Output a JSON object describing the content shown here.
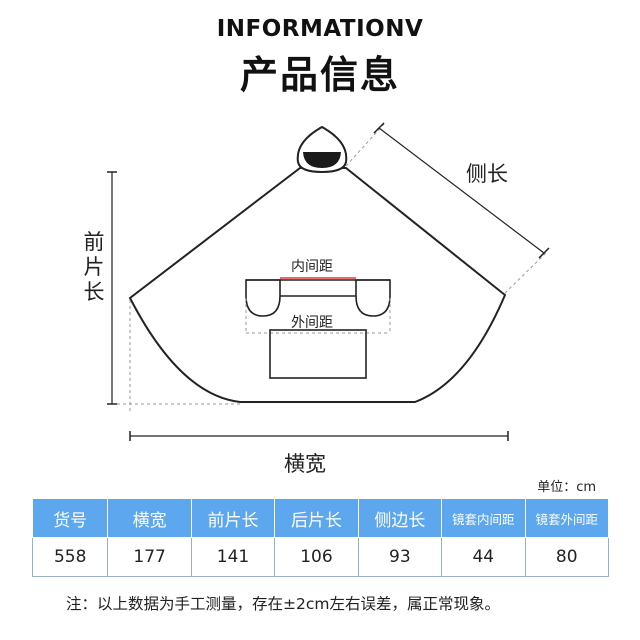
{
  "header": {
    "title_en": "INFORMATIONV",
    "title_zh": "产品信息"
  },
  "diagram": {
    "labels": {
      "side_length": "侧长",
      "front_length": "前片长",
      "width": "横宽",
      "inner_spacing": "内间距",
      "outer_spacing": "外间距"
    },
    "colors": {
      "outline": "#222222",
      "inner_spacing_line": "#e03c3c",
      "dashed": "#999999"
    }
  },
  "unit_label": "单位：cm",
  "spec_table": {
    "header_bg": "#5da7ee",
    "columns": [
      "货号",
      "横宽",
      "前片长",
      "后片长",
      "侧边长",
      "镜套内间距",
      "镜套外间距"
    ],
    "rows": [
      [
        "558",
        "177",
        "141",
        "106",
        "93",
        "44",
        "80"
      ]
    ]
  },
  "note": "注：以上数据为手工测量，存在±2cm左右误差，属正常现象。"
}
